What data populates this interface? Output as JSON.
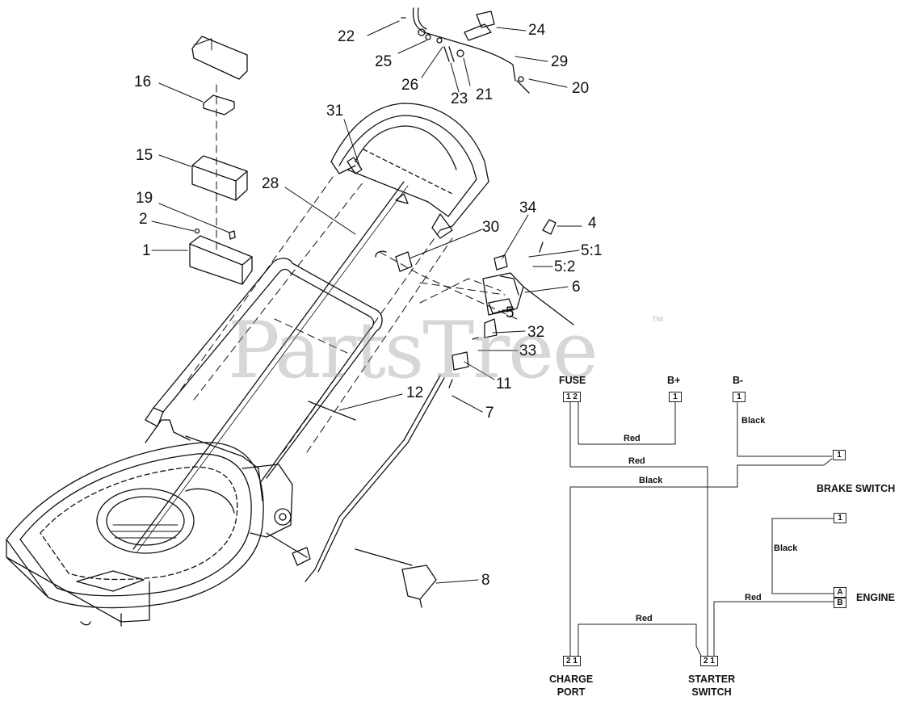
{
  "watermark": {
    "text": "PartsTree",
    "trademark": "™"
  },
  "callouts": {
    "c1": "1",
    "c2": "2",
    "c4": "4",
    "c5": "5",
    "c5_1": "5:1",
    "c5_2": "5:2",
    "c6": "6",
    "c7": "7",
    "c8": "8",
    "c11": "11",
    "c12": "12",
    "c15": "15",
    "c16": "16",
    "c19": "19",
    "c20": "20",
    "c21": "21",
    "c22": "22",
    "c23": "23",
    "c24": "24",
    "c25": "25",
    "c26": "26",
    "c28": "28",
    "c29": "29",
    "c30": "30",
    "c31": "31",
    "c32": "32",
    "c33": "33",
    "c34": "34"
  },
  "wiring": {
    "components": {
      "fuse": "FUSE",
      "b_plus": "B+",
      "b_minus": "B-",
      "brake_switch": "BRAKE SWITCH",
      "engine": "ENGINE",
      "charge_port": [
        "CHARGE",
        "PORT"
      ],
      "starter_switch": [
        "STARTER",
        "SWITCH"
      ]
    },
    "pins": {
      "fuse": "1 2",
      "b_plus": "1",
      "b_minus": "1",
      "brake_switch": "1",
      "engine_upper": "1",
      "engine_a": "A",
      "engine_b": "B",
      "charge_port": "2 1",
      "starter_switch": "2 1"
    },
    "wires": {
      "fuse_to_bplus": "Red",
      "fuse_to_starter": "Red",
      "bminus_to_brake": "Black",
      "brake_to_charge": "Black",
      "engine_loop": "Black",
      "starter_to_engine": "Red",
      "charge_to_starter": "Red"
    }
  }
}
